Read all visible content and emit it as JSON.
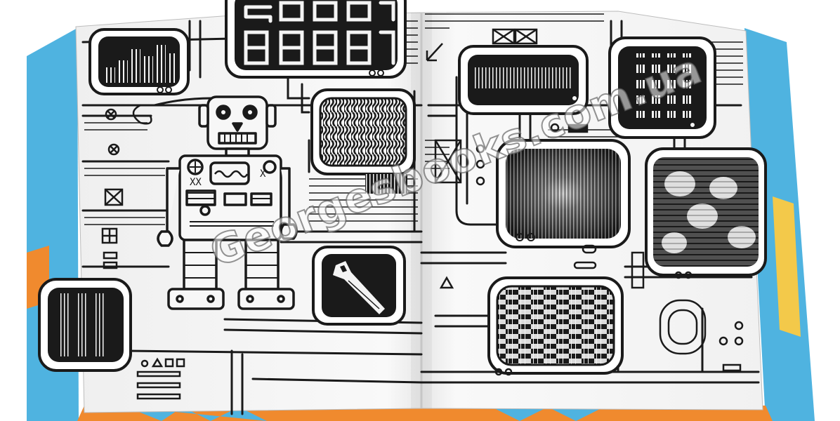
{
  "image": {
    "subject": "open-coloring-book-spread",
    "watermark_text": "Georgesbooks.com.ua",
    "colors": {
      "ink": "#1a1a1a",
      "paper": "#f7f7f7",
      "cover_blue": "#4fb3e0",
      "cover_orange": "#f08a2e",
      "cover_yellow": "#f3c94a"
    },
    "icons": [
      "robot",
      "wrench",
      "crossed-boxes",
      "arrow"
    ]
  }
}
